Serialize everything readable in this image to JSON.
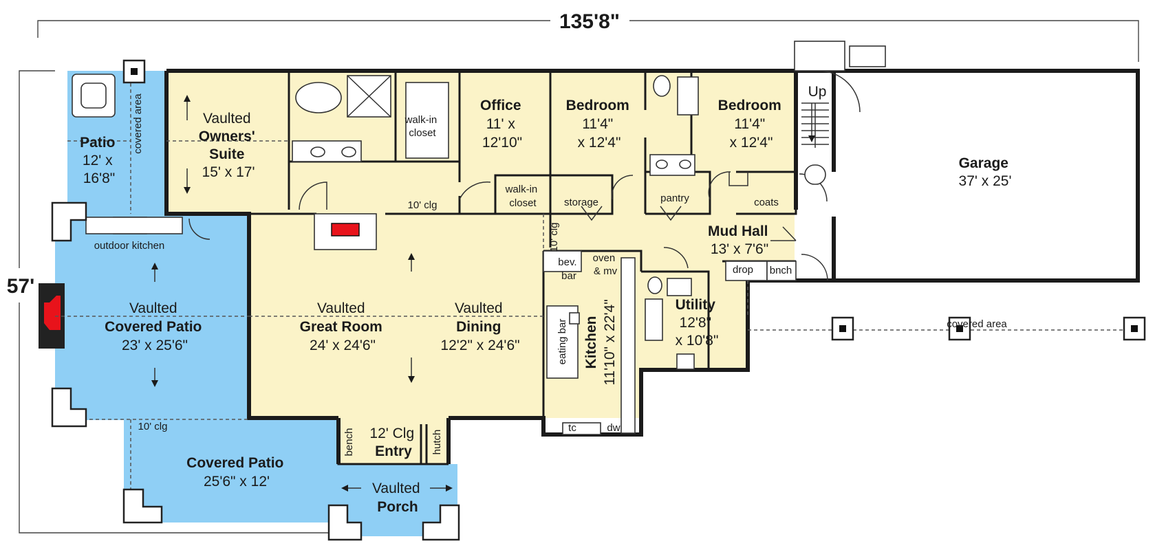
{
  "plan": {
    "overall_width": "135'8\"",
    "overall_depth": "57'",
    "stair_label": "Up",
    "rooms": [
      {
        "id": "patio_tub",
        "lines": [
          "Patio",
          "12' x",
          "16'8\""
        ]
      },
      {
        "id": "owners_suite",
        "lines": [
          "Vaulted",
          "Owners'",
          "Suite",
          "15' x 17'"
        ]
      },
      {
        "id": "walkin1",
        "lines": [
          "walk-in",
          "closet"
        ]
      },
      {
        "id": "office",
        "lines": [
          "Office",
          "11' x",
          "12'10\""
        ]
      },
      {
        "id": "bed1",
        "lines": [
          "Bedroom",
          "11'4\"",
          "x 12'4\""
        ]
      },
      {
        "id": "bed2",
        "lines": [
          "Bedroom",
          "11'4\"",
          "x 12'4\""
        ]
      },
      {
        "id": "garage",
        "lines": [
          "Garage",
          "37' x 25'"
        ]
      },
      {
        "id": "walkin2",
        "lines": [
          "walk-in",
          "closet"
        ]
      },
      {
        "id": "covered_patio_vaulted",
        "lines": [
          "Vaulted",
          "Covered Patio",
          "23' x 25'6\""
        ]
      },
      {
        "id": "great_room",
        "lines": [
          "Vaulted",
          "Great Room",
          "24' x 24'6\""
        ]
      },
      {
        "id": "dining",
        "lines": [
          "Vaulted",
          "Dining",
          "12'2\" x 24'6\""
        ]
      },
      {
        "id": "mud_hall",
        "lines": [
          "Mud Hall",
          "13' x 7'6\""
        ]
      },
      {
        "id": "utility",
        "lines": [
          "Utility",
          "12'8\"",
          "x 10'8\""
        ]
      },
      {
        "id": "covered_patio",
        "lines": [
          "Covered Patio",
          "25'6\" x 12'"
        ]
      },
      {
        "id": "entry",
        "lines": [
          "12' Clg",
          "Entry"
        ]
      },
      {
        "id": "porch",
        "lines": [
          "Vaulted",
          "Porch"
        ]
      }
    ],
    "kitchen": {
      "name": "Kitchen",
      "size": "11'10\" x 22'4\"",
      "eating_bar": "eating bar"
    },
    "small_labels": {
      "covered_area_left": "covered area",
      "covered_area_right": "covered area",
      "outdoor_kitchen": "outdoor kitchen",
      "clg_hall": "10' clg",
      "clg_kitchen": "10' clg",
      "clg_patio": "10' clg",
      "storage": "storage",
      "pantry": "pantry",
      "coats": "coats",
      "bev_bar": [
        "bev.",
        "bar"
      ],
      "oven": [
        "oven",
        "& mv"
      ],
      "drop": "drop",
      "bench_mud": "bnch",
      "tc": "tc",
      "dw": "dw",
      "bench_entry": "bench",
      "hutch": "hutch"
    }
  }
}
